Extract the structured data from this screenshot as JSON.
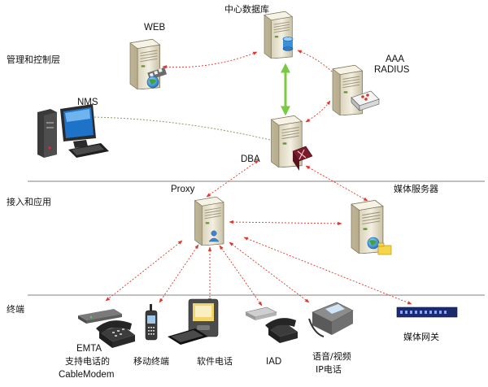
{
  "layers": {
    "management": "管理和控制层",
    "access": "接入和应用",
    "terminal": "终端"
  },
  "nodes": {
    "db": "中心数据库",
    "web": "WEB",
    "aaa_line1": "AAA",
    "aaa_line2": "RADIUS",
    "nms": "NMS",
    "dba": "DBA",
    "proxy": "Proxy",
    "media_server": "媒体服务器"
  },
  "terminals": {
    "emta_line1": "EMTA",
    "emta_line2": "支持电话的",
    "emta_line3": "CableModem",
    "mobile": "移动终端",
    "softphone": "软件电话",
    "iad": "IAD",
    "ipphone_line1": "语音/视频",
    "ipphone_line2": "IP电话",
    "media_gateway": "媒体网关"
  },
  "colors": {
    "link_red": "#e0352b",
    "link_green": "#7ac943",
    "link_dashed": "#8a9a6a",
    "layer_line": "#808080",
    "server_body": "#e9e3cf",
    "monitor_blue": "#1e73c8"
  }
}
